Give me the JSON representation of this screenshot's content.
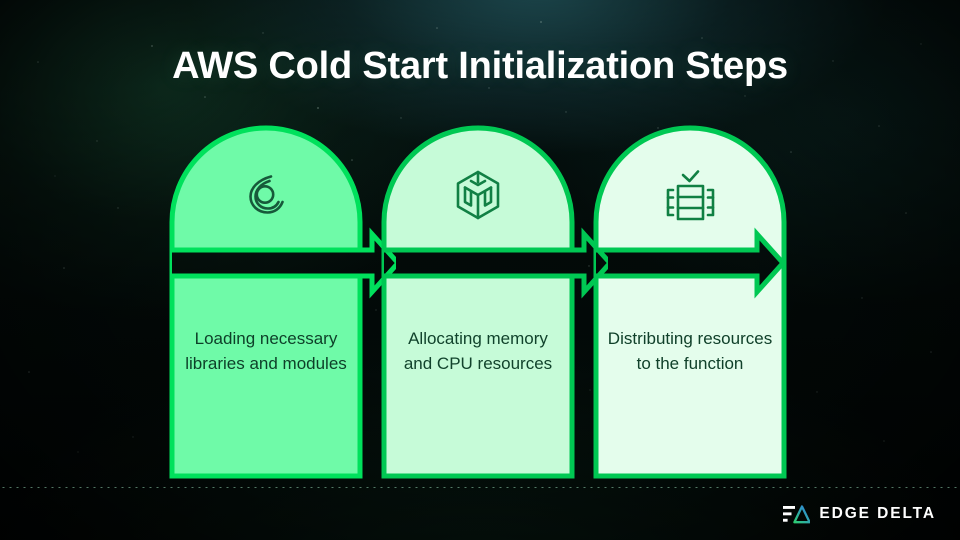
{
  "page": {
    "title": "AWS Cold Start Initialization Steps",
    "background_color": "#05100c",
    "accent_color": "#00e05a"
  },
  "steps": [
    {
      "index": "1",
      "icon": "loading-spiral-icon",
      "text": "Loading necessary libraries and modules",
      "fill_color": "#6FFAA8",
      "border_color": "#00E15C"
    },
    {
      "index": "2",
      "icon": "cube-box-icon",
      "text": "Allocating memory and CPU resources",
      "fill_color": "#C6FBD8",
      "border_color": "#00C853"
    },
    {
      "index": "3",
      "icon": "server-rack-check-icon",
      "text": "Distributing resources to the function",
      "fill_color": "#E4FDEC",
      "border_color": "#00C853"
    }
  ],
  "footer": {
    "brand": "EDGE DELTA",
    "logo_mark": "edge-delta-logo-mark",
    "logo_gradient_from": "#2ecc71",
    "logo_gradient_to": "#2f7fe8"
  }
}
